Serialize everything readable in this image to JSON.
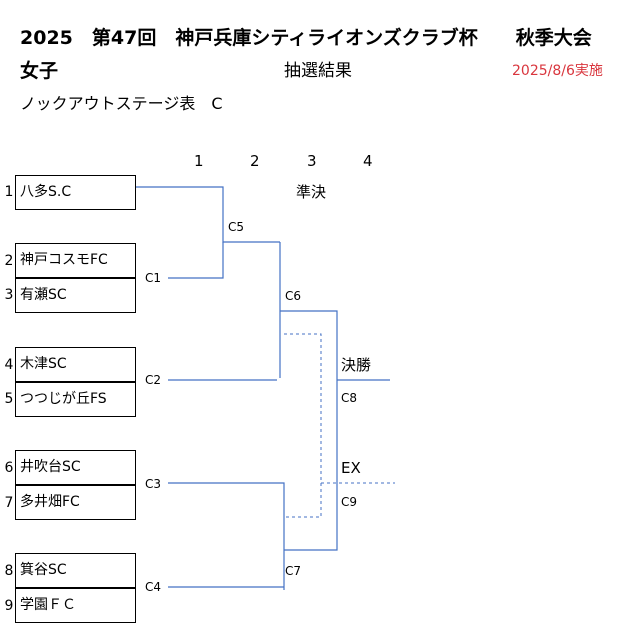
{
  "header": {
    "title": "2025　第47回　神戸兵庫シティライオンズクラブ杯　　秋季大会",
    "category": "女子",
    "subtitle": "抽選結果",
    "date": "2025/8/6実施",
    "stage": "ノックアウトステージ表　C"
  },
  "rounds": [
    "1",
    "2",
    "3",
    "4"
  ],
  "labels": {
    "semifinal": "準決",
    "final": "決勝",
    "extra": "EX"
  },
  "teams": [
    {
      "seed": "1",
      "name": "八多S.C"
    },
    {
      "seed": "2",
      "name": "神戸コスモFC"
    },
    {
      "seed": "3",
      "name": "有瀬SC"
    },
    {
      "seed": "4",
      "name": "木津SC"
    },
    {
      "seed": "5",
      "name": "つつじが丘FS"
    },
    {
      "seed": "6",
      "name": "井吹台SC"
    },
    {
      "seed": "7",
      "name": "多井畑FC"
    },
    {
      "seed": "8",
      "name": "箕谷SC"
    },
    {
      "seed": "9",
      "name": "学園ＦＣ"
    }
  ],
  "matches": {
    "c1": "C1",
    "c2": "C2",
    "c3": "C3",
    "c4": "C4",
    "c5": "C5",
    "c6": "C6",
    "c7": "C7",
    "c8": "C8",
    "c9": "C9"
  },
  "colors": {
    "bracket_line": "#4472c4",
    "date_text": "#d9363e"
  }
}
